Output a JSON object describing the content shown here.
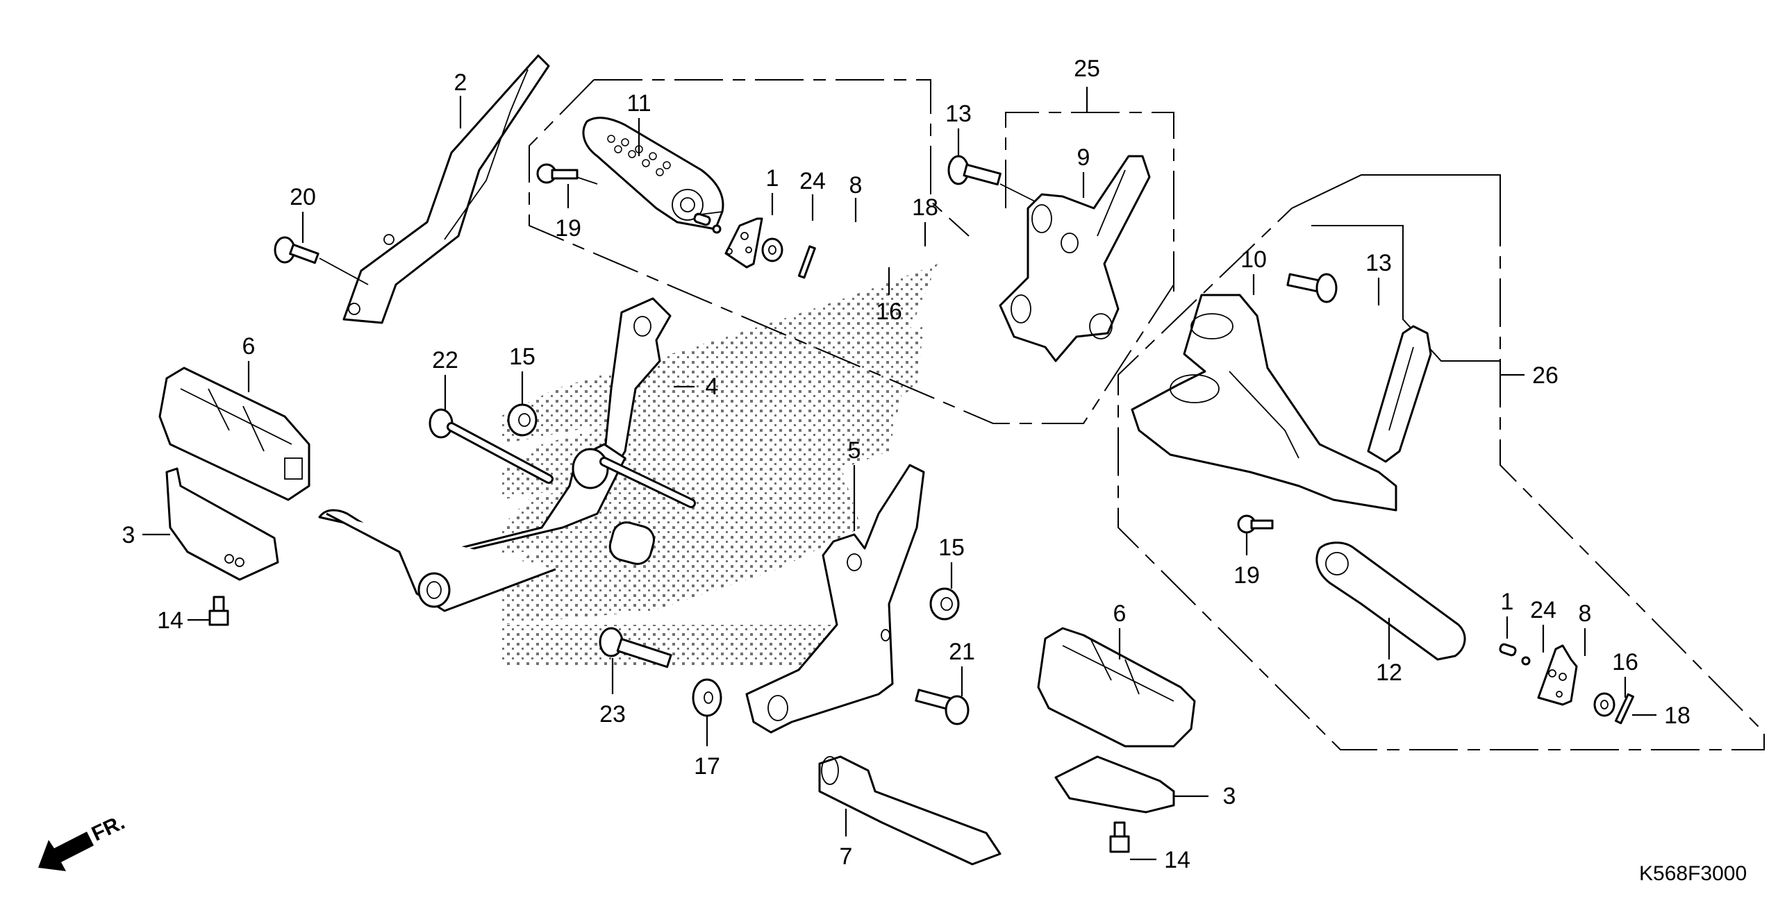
{
  "diagram": {
    "title": "Step (footpeg assembly) exploded parts diagram",
    "diagram_code": "K568F3000",
    "direction_indicator": "FR.",
    "callouts": [
      {
        "id": "c1a",
        "ref": "1"
      },
      {
        "id": "c1b",
        "ref": "1"
      },
      {
        "id": "c2",
        "ref": "2"
      },
      {
        "id": "c3a",
        "ref": "3"
      },
      {
        "id": "c3b",
        "ref": "3"
      },
      {
        "id": "c4",
        "ref": "4"
      },
      {
        "id": "c5",
        "ref": "5"
      },
      {
        "id": "c6a",
        "ref": "6"
      },
      {
        "id": "c6b",
        "ref": "6"
      },
      {
        "id": "c7",
        "ref": "7"
      },
      {
        "id": "c8a",
        "ref": "8"
      },
      {
        "id": "c8b",
        "ref": "8"
      },
      {
        "id": "c9",
        "ref": "9"
      },
      {
        "id": "c10",
        "ref": "10"
      },
      {
        "id": "c11",
        "ref": "11"
      },
      {
        "id": "c12",
        "ref": "12"
      },
      {
        "id": "c13a",
        "ref": "13"
      },
      {
        "id": "c13b",
        "ref": "13"
      },
      {
        "id": "c14a",
        "ref": "14"
      },
      {
        "id": "c14b",
        "ref": "14"
      },
      {
        "id": "c15a",
        "ref": "15"
      },
      {
        "id": "c15b",
        "ref": "15"
      },
      {
        "id": "c16a",
        "ref": "16"
      },
      {
        "id": "c16b",
        "ref": "16"
      },
      {
        "id": "c17",
        "ref": "17"
      },
      {
        "id": "c18a",
        "ref": "18"
      },
      {
        "id": "c18b",
        "ref": "18"
      },
      {
        "id": "c19a",
        "ref": "19"
      },
      {
        "id": "c19b",
        "ref": "19"
      },
      {
        "id": "c20",
        "ref": "20"
      },
      {
        "id": "c21",
        "ref": "21"
      },
      {
        "id": "c22",
        "ref": "22"
      },
      {
        "id": "c23",
        "ref": "23"
      },
      {
        "id": "c24a",
        "ref": "24"
      },
      {
        "id": "c24b",
        "ref": "24"
      },
      {
        "id": "c25",
        "ref": "25"
      },
      {
        "id": "c26",
        "ref": "26"
      }
    ]
  }
}
